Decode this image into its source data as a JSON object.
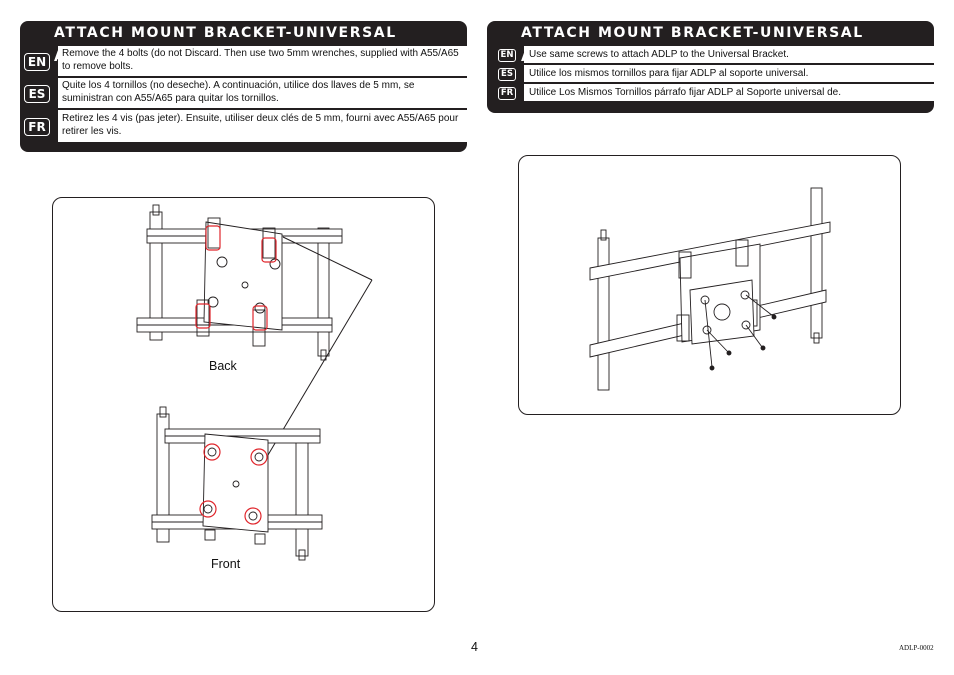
{
  "left_section": {
    "title": "ATTACH MOUNT BRACKET-UNIVERSAL ADAPTER",
    "rows": [
      {
        "lang": "EN",
        "text": "Remove the 4 bolts (do not Discard. Then use two 5mm wrenches, supplied with A55/A65 to remove bolts."
      },
      {
        "lang": "ES",
        "text": "Quite los 4 tornillos (no deseche). A continuación, utilice dos llaves de 5 mm, se suministran con A55/A65 para quitar los tornillos."
      },
      {
        "lang": "FR",
        "text": "Retirez les 4 vis (pas jeter). Ensuite, utiliser deux clés de 5 mm, fourni avec A55/A65 pour retirer les vis."
      }
    ]
  },
  "right_section": {
    "title": "ATTACH MOUNT BRACKET-UNIVERSAL ADAPTER",
    "rows": [
      {
        "lang": "EN",
        "text": "Use same screws to attach ADLP to the Universal Bracket."
      },
      {
        "lang": "ES",
        "text": "Utilice los mismos tornillos para fijar ADLP al soporte universal."
      },
      {
        "lang": "FR",
        "text": "Utilice Los Mismos Tornillos párrafo fijar ADLP al Soporte universal de."
      }
    ]
  },
  "illustrations": {
    "back_label": "Back",
    "front_label": "Front"
  },
  "footer": {
    "page_number": "4",
    "doc_id": "ADLP-0002"
  },
  "colors": {
    "panel": "#231f20",
    "highlight": "#e0262c"
  }
}
